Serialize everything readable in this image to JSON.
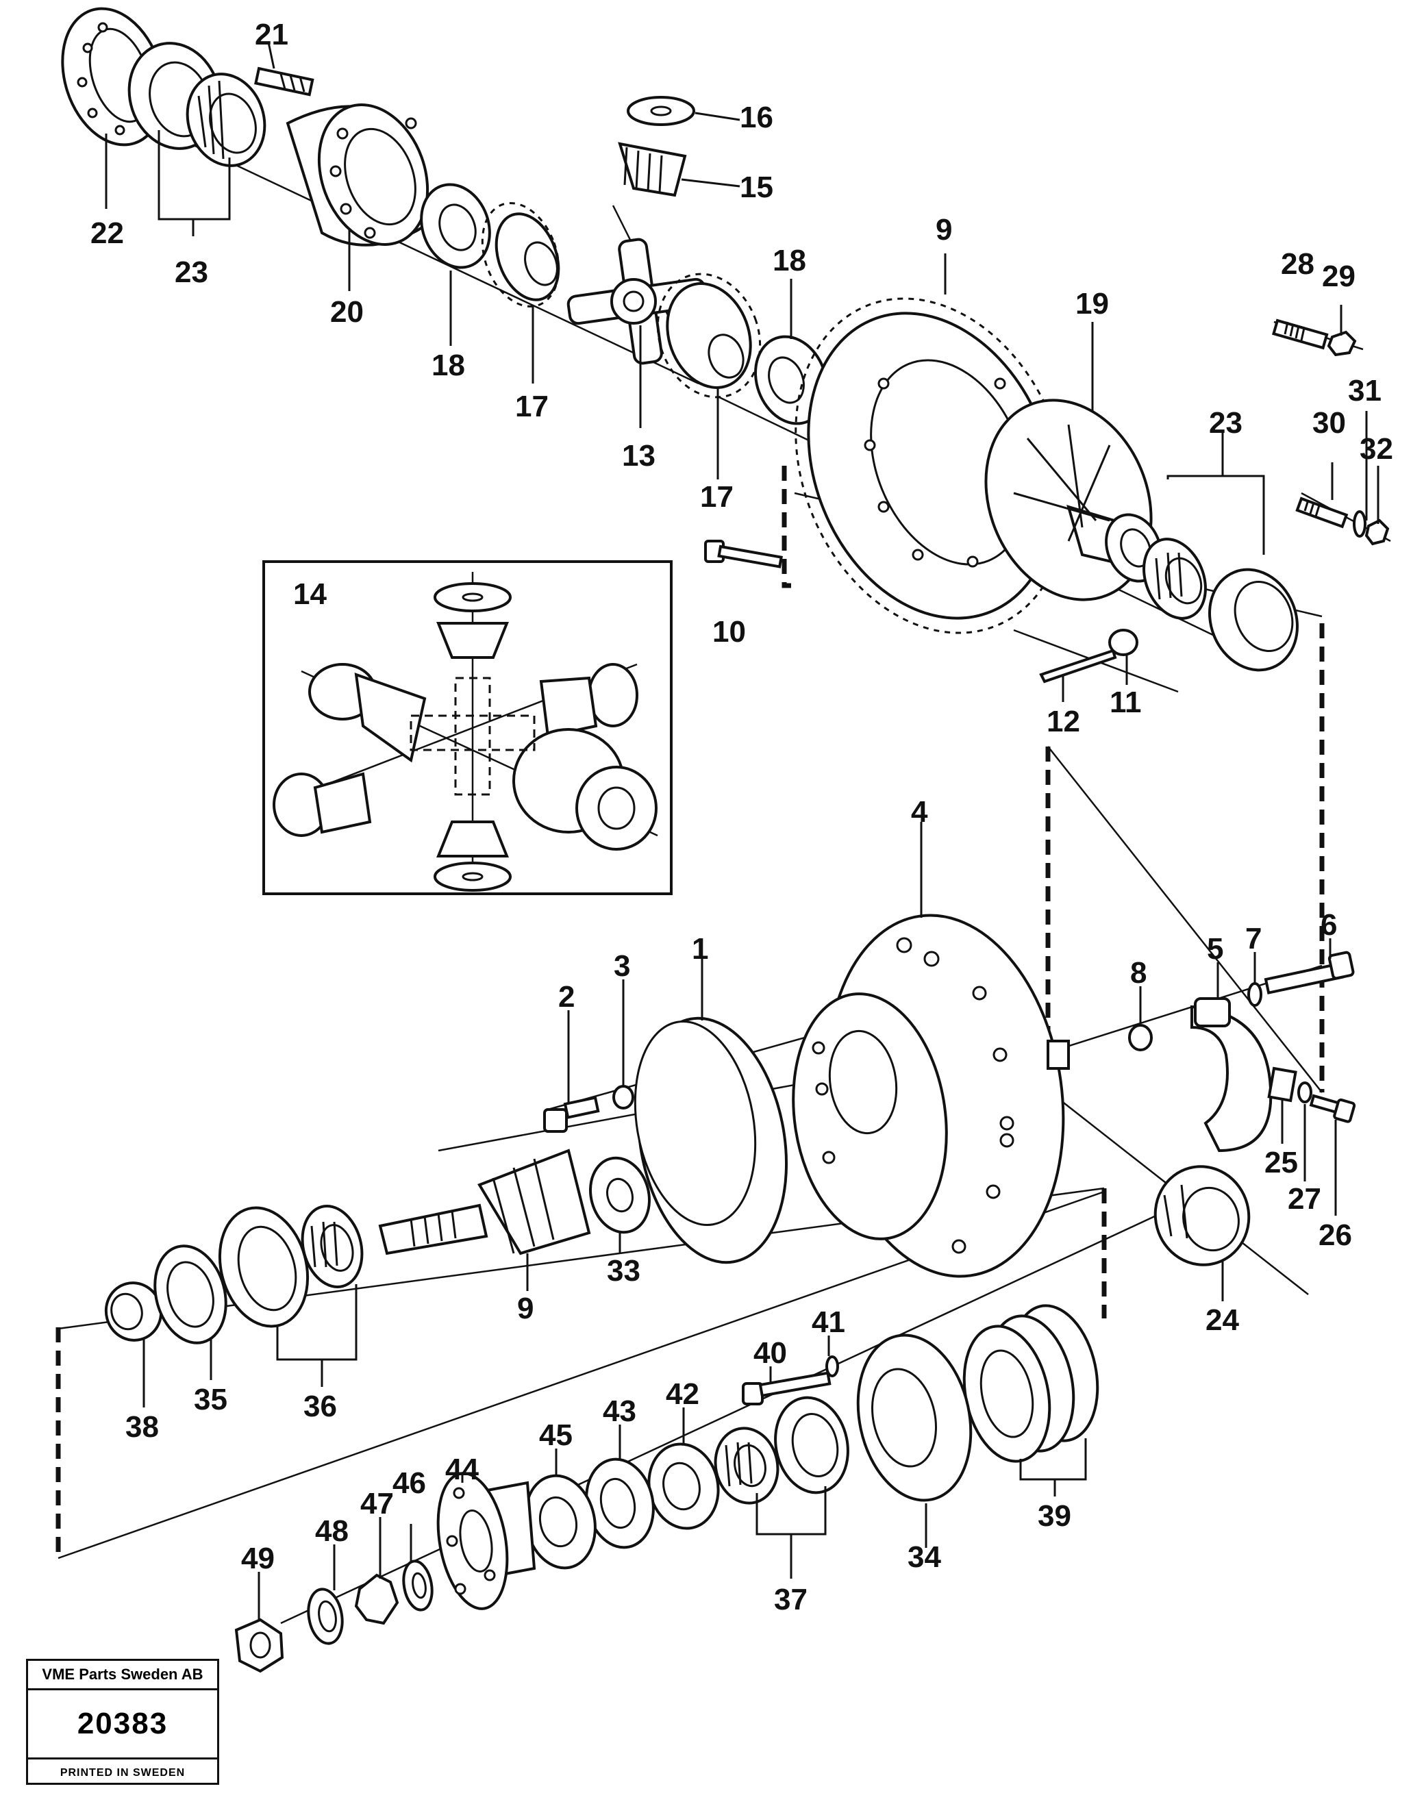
{
  "callouts": [
    {
      "id": "c21",
      "text": "21"
    },
    {
      "id": "c22",
      "text": "22"
    },
    {
      "id": "c23a",
      "text": "23"
    },
    {
      "id": "c20",
      "text": "20"
    },
    {
      "id": "c18a",
      "text": "18"
    },
    {
      "id": "c17a",
      "text": "17"
    },
    {
      "id": "c16",
      "text": "16"
    },
    {
      "id": "c15",
      "text": "15"
    },
    {
      "id": "c13",
      "text": "13"
    },
    {
      "id": "c17b",
      "text": "17"
    },
    {
      "id": "c18b",
      "text": "18"
    },
    {
      "id": "c9a",
      "text": "9"
    },
    {
      "id": "c19",
      "text": "19"
    },
    {
      "id": "c28",
      "text": "28"
    },
    {
      "id": "c29",
      "text": "29"
    },
    {
      "id": "c31",
      "text": "31"
    },
    {
      "id": "c30",
      "text": "30"
    },
    {
      "id": "c32",
      "text": "32"
    },
    {
      "id": "c23b",
      "text": "23"
    },
    {
      "id": "c10",
      "text": "10"
    },
    {
      "id": "c12",
      "text": "12"
    },
    {
      "id": "c11",
      "text": "11"
    },
    {
      "id": "c14",
      "text": "14"
    },
    {
      "id": "c4",
      "text": "4"
    },
    {
      "id": "c1",
      "text": "1"
    },
    {
      "id": "c2",
      "text": "2"
    },
    {
      "id": "c3",
      "text": "3"
    },
    {
      "id": "c8",
      "text": "8"
    },
    {
      "id": "c5",
      "text": "5"
    },
    {
      "id": "c7",
      "text": "7"
    },
    {
      "id": "c6",
      "text": "6"
    },
    {
      "id": "c25",
      "text": "25"
    },
    {
      "id": "c27",
      "text": "27"
    },
    {
      "id": "c26",
      "text": "26"
    },
    {
      "id": "c33",
      "text": "33"
    },
    {
      "id": "c9b",
      "text": "9"
    },
    {
      "id": "c38",
      "text": "38"
    },
    {
      "id": "c35",
      "text": "35"
    },
    {
      "id": "c36",
      "text": "36"
    },
    {
      "id": "c24",
      "text": "24"
    },
    {
      "id": "c40",
      "text": "40"
    },
    {
      "id": "c41",
      "text": "41"
    },
    {
      "id": "c42",
      "text": "42"
    },
    {
      "id": "c43",
      "text": "43"
    },
    {
      "id": "c45",
      "text": "45"
    },
    {
      "id": "c44",
      "text": "44"
    },
    {
      "id": "c47",
      "text": "47"
    },
    {
      "id": "c46",
      "text": "46"
    },
    {
      "id": "c48",
      "text": "48"
    },
    {
      "id": "c49",
      "text": "49"
    },
    {
      "id": "c34",
      "text": "34"
    },
    {
      "id": "c39",
      "text": "39"
    },
    {
      "id": "c37",
      "text": "37"
    }
  ],
  "stamp": {
    "company": "VME Parts Sweden AB",
    "drawing_number": "20383",
    "printed": "PRINTED IN SWEDEN"
  }
}
